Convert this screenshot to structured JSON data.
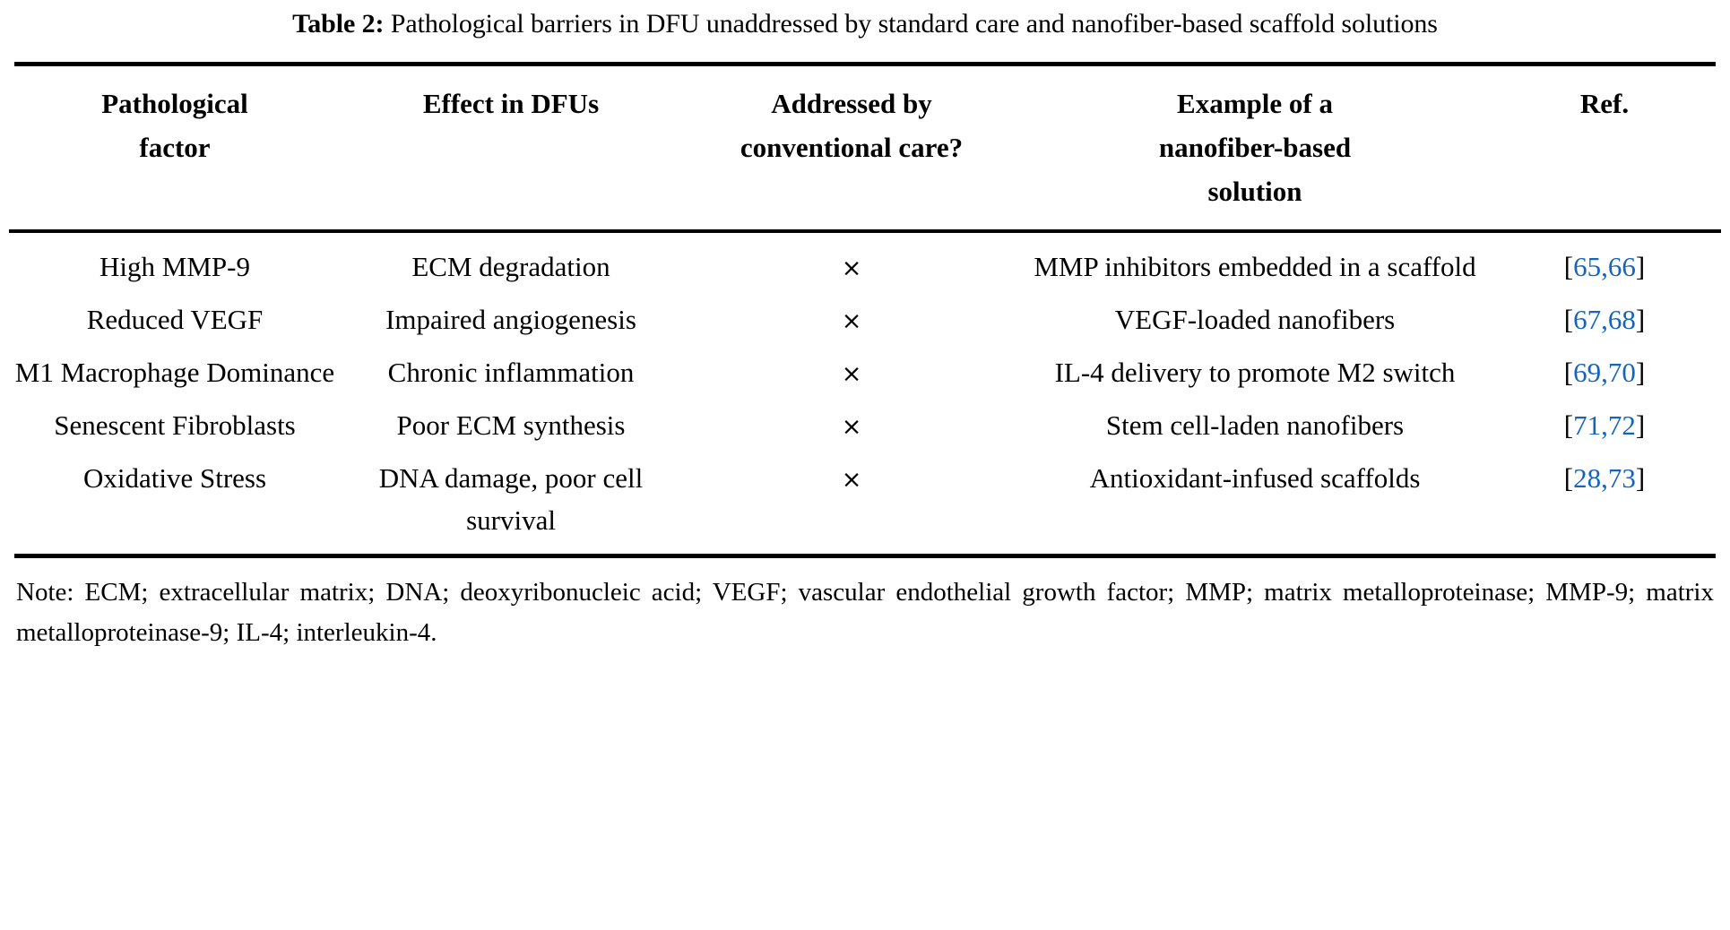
{
  "caption": {
    "label": "Table 2:",
    "text": " Pathological barriers in DFU unaddressed by standard care and nanofiber-based scaffold solutions"
  },
  "table": {
    "columns": [
      {
        "key": "factor",
        "header": "Pathological\nfactor"
      },
      {
        "key": "effect",
        "header": "Effect in DFUs"
      },
      {
        "key": "addressed",
        "header": "Addressed by\nconventional care?"
      },
      {
        "key": "example",
        "header": "Example of a\nnanofiber-based\nsolution"
      },
      {
        "key": "ref",
        "header": "Ref."
      }
    ],
    "headers": {
      "factor": "Pathological factor",
      "effect": "Effect in DFUs",
      "addressed": "Addressed by conventional care?",
      "example": "Example of a nanofiber-based solution",
      "ref": "Ref."
    },
    "rows": [
      {
        "factor": "High MMP-9",
        "effect": "ECM degradation",
        "addressed": "×",
        "example": "MMP inhibitors embedded in a scaffold",
        "ref": "[65,66]",
        "ref_open": "[",
        "ref_nums": "65,66",
        "ref_close": "]"
      },
      {
        "factor": "Reduced VEGF",
        "effect": "Impaired angiogenesis",
        "addressed": "×",
        "example": "VEGF-loaded nanofibers",
        "ref": "[67,68]",
        "ref_open": "[",
        "ref_nums": "67,68",
        "ref_close": "]"
      },
      {
        "factor": "M1 Macrophage Dominance",
        "effect": "Chronic inflammation",
        "addressed": "×",
        "example": "IL-4 delivery to promote M2 switch",
        "ref": "[69,70]",
        "ref_open": "[",
        "ref_nums": "69,70",
        "ref_close": "]"
      },
      {
        "factor": "Senescent Fibroblasts",
        "effect": "Poor ECM synthesis",
        "addressed": "×",
        "example": "Stem cell-laden nanofibers",
        "ref": "[71,72]",
        "ref_open": "[",
        "ref_nums": "71,72",
        "ref_close": "]"
      },
      {
        "factor": "Oxidative Stress",
        "effect": "DNA damage, poor cell survival",
        "addressed": "×",
        "example": "Antioxidant-infused scaffolds",
        "ref": "[28,73]",
        "ref_open": "[",
        "ref_nums": "28,73",
        "ref_close": "]"
      }
    ]
  },
  "note": "Note: ECM; extracellular matrix; DNA; deoxyribonucleic acid; VEGF; vascular endothelial growth factor; MMP; matrix metalloproteinase; MMP-9; matrix metalloproteinase-9; IL-4; interleukin-4.",
  "colors": {
    "reference_link": "#1565C0",
    "text": "#000000",
    "background": "#ffffff",
    "rule": "#000000"
  }
}
